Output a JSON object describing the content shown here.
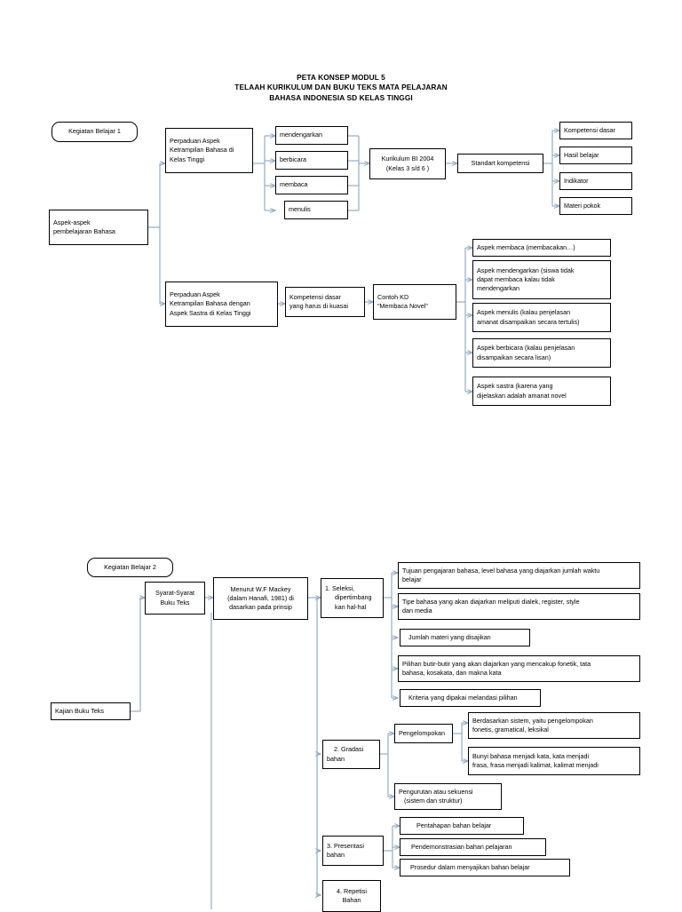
{
  "document": {
    "title_lines": [
      "PETA KONSEP MODUL 5",
      "TELAAH KURIKULUM DAN BUKU TEKS MATA PELAJARAN",
      "BAHASA INDONESIA SD KELAS TINGGI"
    ]
  },
  "colors": {
    "connector": "#8FA9C4",
    "box_border": "#000000",
    "background": "#FFFFFF",
    "text": "#000000"
  },
  "section1": {
    "badge": "Kegiatan Belajar 1",
    "root": [
      "Aspek-aspek",
      "pembelajaran Bahasa"
    ],
    "branch_top": [
      "Perpaduan Aspek",
      "Ketrampilan Bahasa di",
      "Kelas Tinggi"
    ],
    "skills": [
      "mendengarkan",
      "berbicara",
      "membaca",
      "menulis"
    ],
    "curriculum": [
      "Kurikulum BI 2004",
      "(Kelas 3 s/d  6 )"
    ],
    "standard": "Standart kompetensi",
    "standard_children": [
      "Kompetensi dasar",
      "Hasil belajar",
      "Indikator",
      "Materi pokok"
    ],
    "branch_bottom": [
      "Perpaduan  Aspek",
      "Ketrampilan Bahasa dengan",
      "Aspek Sastra di Kelas Tinggi"
    ],
    "competency": [
      "Kompetensi dasar",
      "yang harus di kuasai"
    ],
    "example_kd": [
      "Contoh KD",
      "“Membaca Novel”"
    ],
    "aspects": [
      [
        "Aspek membaca (membacakan…)"
      ],
      [
        "Aspek mendengarkan (siswa tidak",
        "dapat membaca kalau tidak",
        "mendengarkan"
      ],
      [
        "Aspek menulis (kalau penjelasan",
        "amanat disampaikan secara tertulis)"
      ],
      [
        "Aspek berbicara (kalau penjelasan",
        "disampaikan secara lisan)"
      ],
      [
        "Aspek sastra (karena yang",
        "dijelaskan adalah amanat novel"
      ]
    ]
  },
  "section2": {
    "badge": "Kegiatan Belajar 2",
    "root": "Kajian Buku Teks",
    "requirements": [
      "Syarat-Syarat",
      "Buku Teks"
    ],
    "source": [
      "Menurut W.F Mackey",
      "(dalam Hanafi, 1981) di",
      "dasarkan pada prinsip"
    ],
    "principles": [
      {
        "label": [
          "1.   Seleksi,",
          "dipertimbang",
          "kan hal-hal"
        ],
        "items": [
          [
            "Tujuan pengajaran bahasa, level bahasa yang diajarkan jumlah waktu",
            "belajar"
          ],
          [
            "Tipe bahasa yang akan diajarkan meliputi dialek, register, style",
            "dan media"
          ],
          [
            "Jumlah materi yang disajikan"
          ],
          [
            "Pilihan butir-butir yang akan diajarkan yang mencakup fonetik, tata",
            "bahasa, kosakata, dan makna kata"
          ],
          [
            "Kriteria yang dipakai melandasi pilihan"
          ]
        ]
      },
      {
        "label": [
          "2. Gradasi",
          "bahan"
        ],
        "group_label": "Pengelompokan",
        "group_items": [
          [
            "Berdasarkan sistem, yaitu pengelompokan",
            "fonetis, gramatical, leksikal"
          ],
          [
            "Bunyi bahasa menjadi kata, kata menjadi",
            "frasa, frasa menjadi kalimat, kalimat menjadi"
          ]
        ],
        "items": [
          [
            "Pengurutan atau sekuensi",
            "(sistem dan struktur)"
          ]
        ]
      },
      {
        "label": [
          "3. Presentasi",
          "bahan"
        ],
        "items": [
          [
            "Pentahapan bahan belajar"
          ],
          [
            "Pendemonstrasian bahan pelajaran"
          ],
          [
            "Prosedur dalam  menyajikan bahan belajar"
          ]
        ]
      },
      {
        "label": [
          "4. Repetisi",
          "Bahan"
        ],
        "items": []
      }
    ]
  }
}
